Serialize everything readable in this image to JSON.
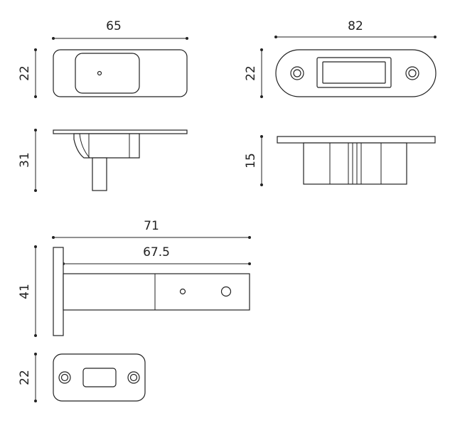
{
  "dimensions": {
    "plate_width": "65",
    "plate_height": "22",
    "oval_width": "82",
    "oval_height": "22",
    "side_height": "31",
    "oval_side_height": "15",
    "bolt_overall_length": "71",
    "bolt_body_length": "67.5",
    "bolt_height": "41",
    "strike_height": "22"
  },
  "colors": {
    "line": "#222222",
    "background": "#ffffff"
  }
}
